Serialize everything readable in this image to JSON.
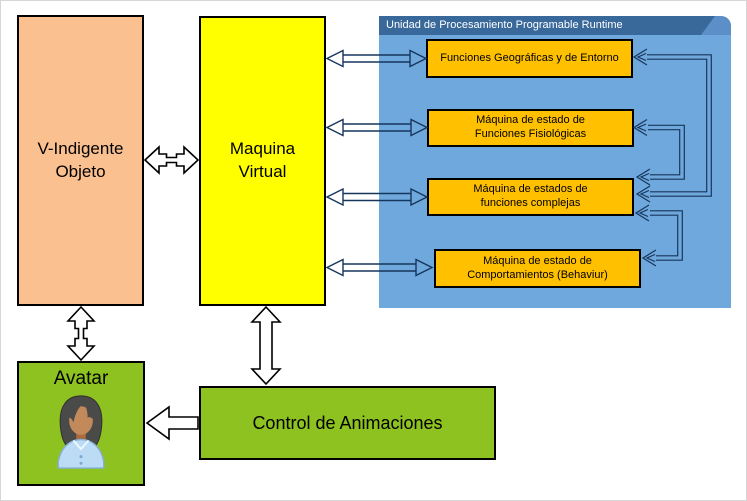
{
  "diagram": {
    "panel": {
      "title": "Unidad de Procesamiento Programable Runtime",
      "boxes": [
        {
          "line1": "Funciones Geográficas y de Entorno",
          "line2": ""
        },
        {
          "line1": "Máquina de estado de",
          "line2": "Funciones Fisiológicas"
        },
        {
          "line1": "Máquina de estados de",
          "line2": "funciones complejas"
        },
        {
          "line1": "Máquina de estado de",
          "line2": "Comportamientos (Behaviur)"
        }
      ]
    },
    "vindigente": {
      "line1": "V-Indigente",
      "line2": "Objeto"
    },
    "maquina": {
      "line1": "Maquina",
      "line2": "Virtual"
    },
    "avatar": {
      "label": "Avatar",
      "icon": "person-woman-icon"
    },
    "control": {
      "label": "Control de Animaciones"
    },
    "colors": {
      "peach": "#FAC090",
      "yellow": "#FFFF00",
      "panel_blue": "#6FA8DC",
      "panel_header_blue": "#39689B",
      "panel_corner_blue": "#5C8FC7",
      "orange": "#FFC000",
      "green": "#8EC220",
      "connector_navy": "#17365D",
      "header_text": "#FFFFFF"
    }
  }
}
